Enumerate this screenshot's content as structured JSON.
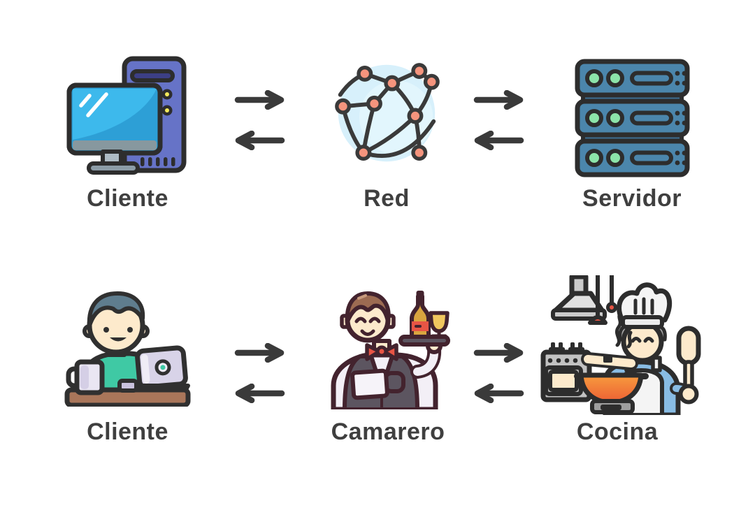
{
  "diagram": {
    "background": "#ffffff",
    "rows": [
      {
        "id": "network-row",
        "nodes": [
          {
            "id": "client-computer",
            "label": "Cliente",
            "icon": "desktop-computer-icon"
          },
          {
            "id": "network",
            "label": "Red",
            "icon": "network-globe-icon"
          },
          {
            "id": "server",
            "label": "Servidor",
            "icon": "server-rack-icon"
          }
        ]
      },
      {
        "id": "restaurant-row",
        "nodes": [
          {
            "id": "client-person",
            "label": "Cliente",
            "icon": "person-laptop-icon"
          },
          {
            "id": "waiter",
            "label": "Camarero",
            "icon": "waiter-icon"
          },
          {
            "id": "kitchen",
            "label": "Cocina",
            "icon": "kitchen-chef-icon"
          }
        ]
      }
    ],
    "arrows": {
      "between_nodes": "bidirectional",
      "right_glyph": "→",
      "left_glyph": "←",
      "color": "#3a3a3a"
    },
    "colors": {
      "outline": "#2d2d2d",
      "waiter_outline": "#43232e",
      "label_text": "#3f3f3f",
      "computer_tower": "#6673c7",
      "computer_screen": "#2d9fd6",
      "button_yellow": "#f3e95b",
      "globe_fill": "#d7f0fb",
      "globe_node": "#f5947d",
      "server_body": "#4b86ac",
      "server_led": "#8ce4a9",
      "skin": "#fdeacc",
      "shirt_green": "#3fc9a4",
      "desk_brown": "#a9765a",
      "laptop_lavender": "#d8d3e8",
      "hair_slate": "#5f7d8e",
      "hair_brown": "#9c6b52",
      "vest_gray": "#5c5560",
      "bowtie_red": "#e85545",
      "bottle_amber": "#d9a53f",
      "drink_gold": "#f0c75e",
      "chef_shirt_blue": "#88bce4",
      "wok_orange": "#f5923e",
      "stove_gray": "#c2c2c2"
    }
  }
}
